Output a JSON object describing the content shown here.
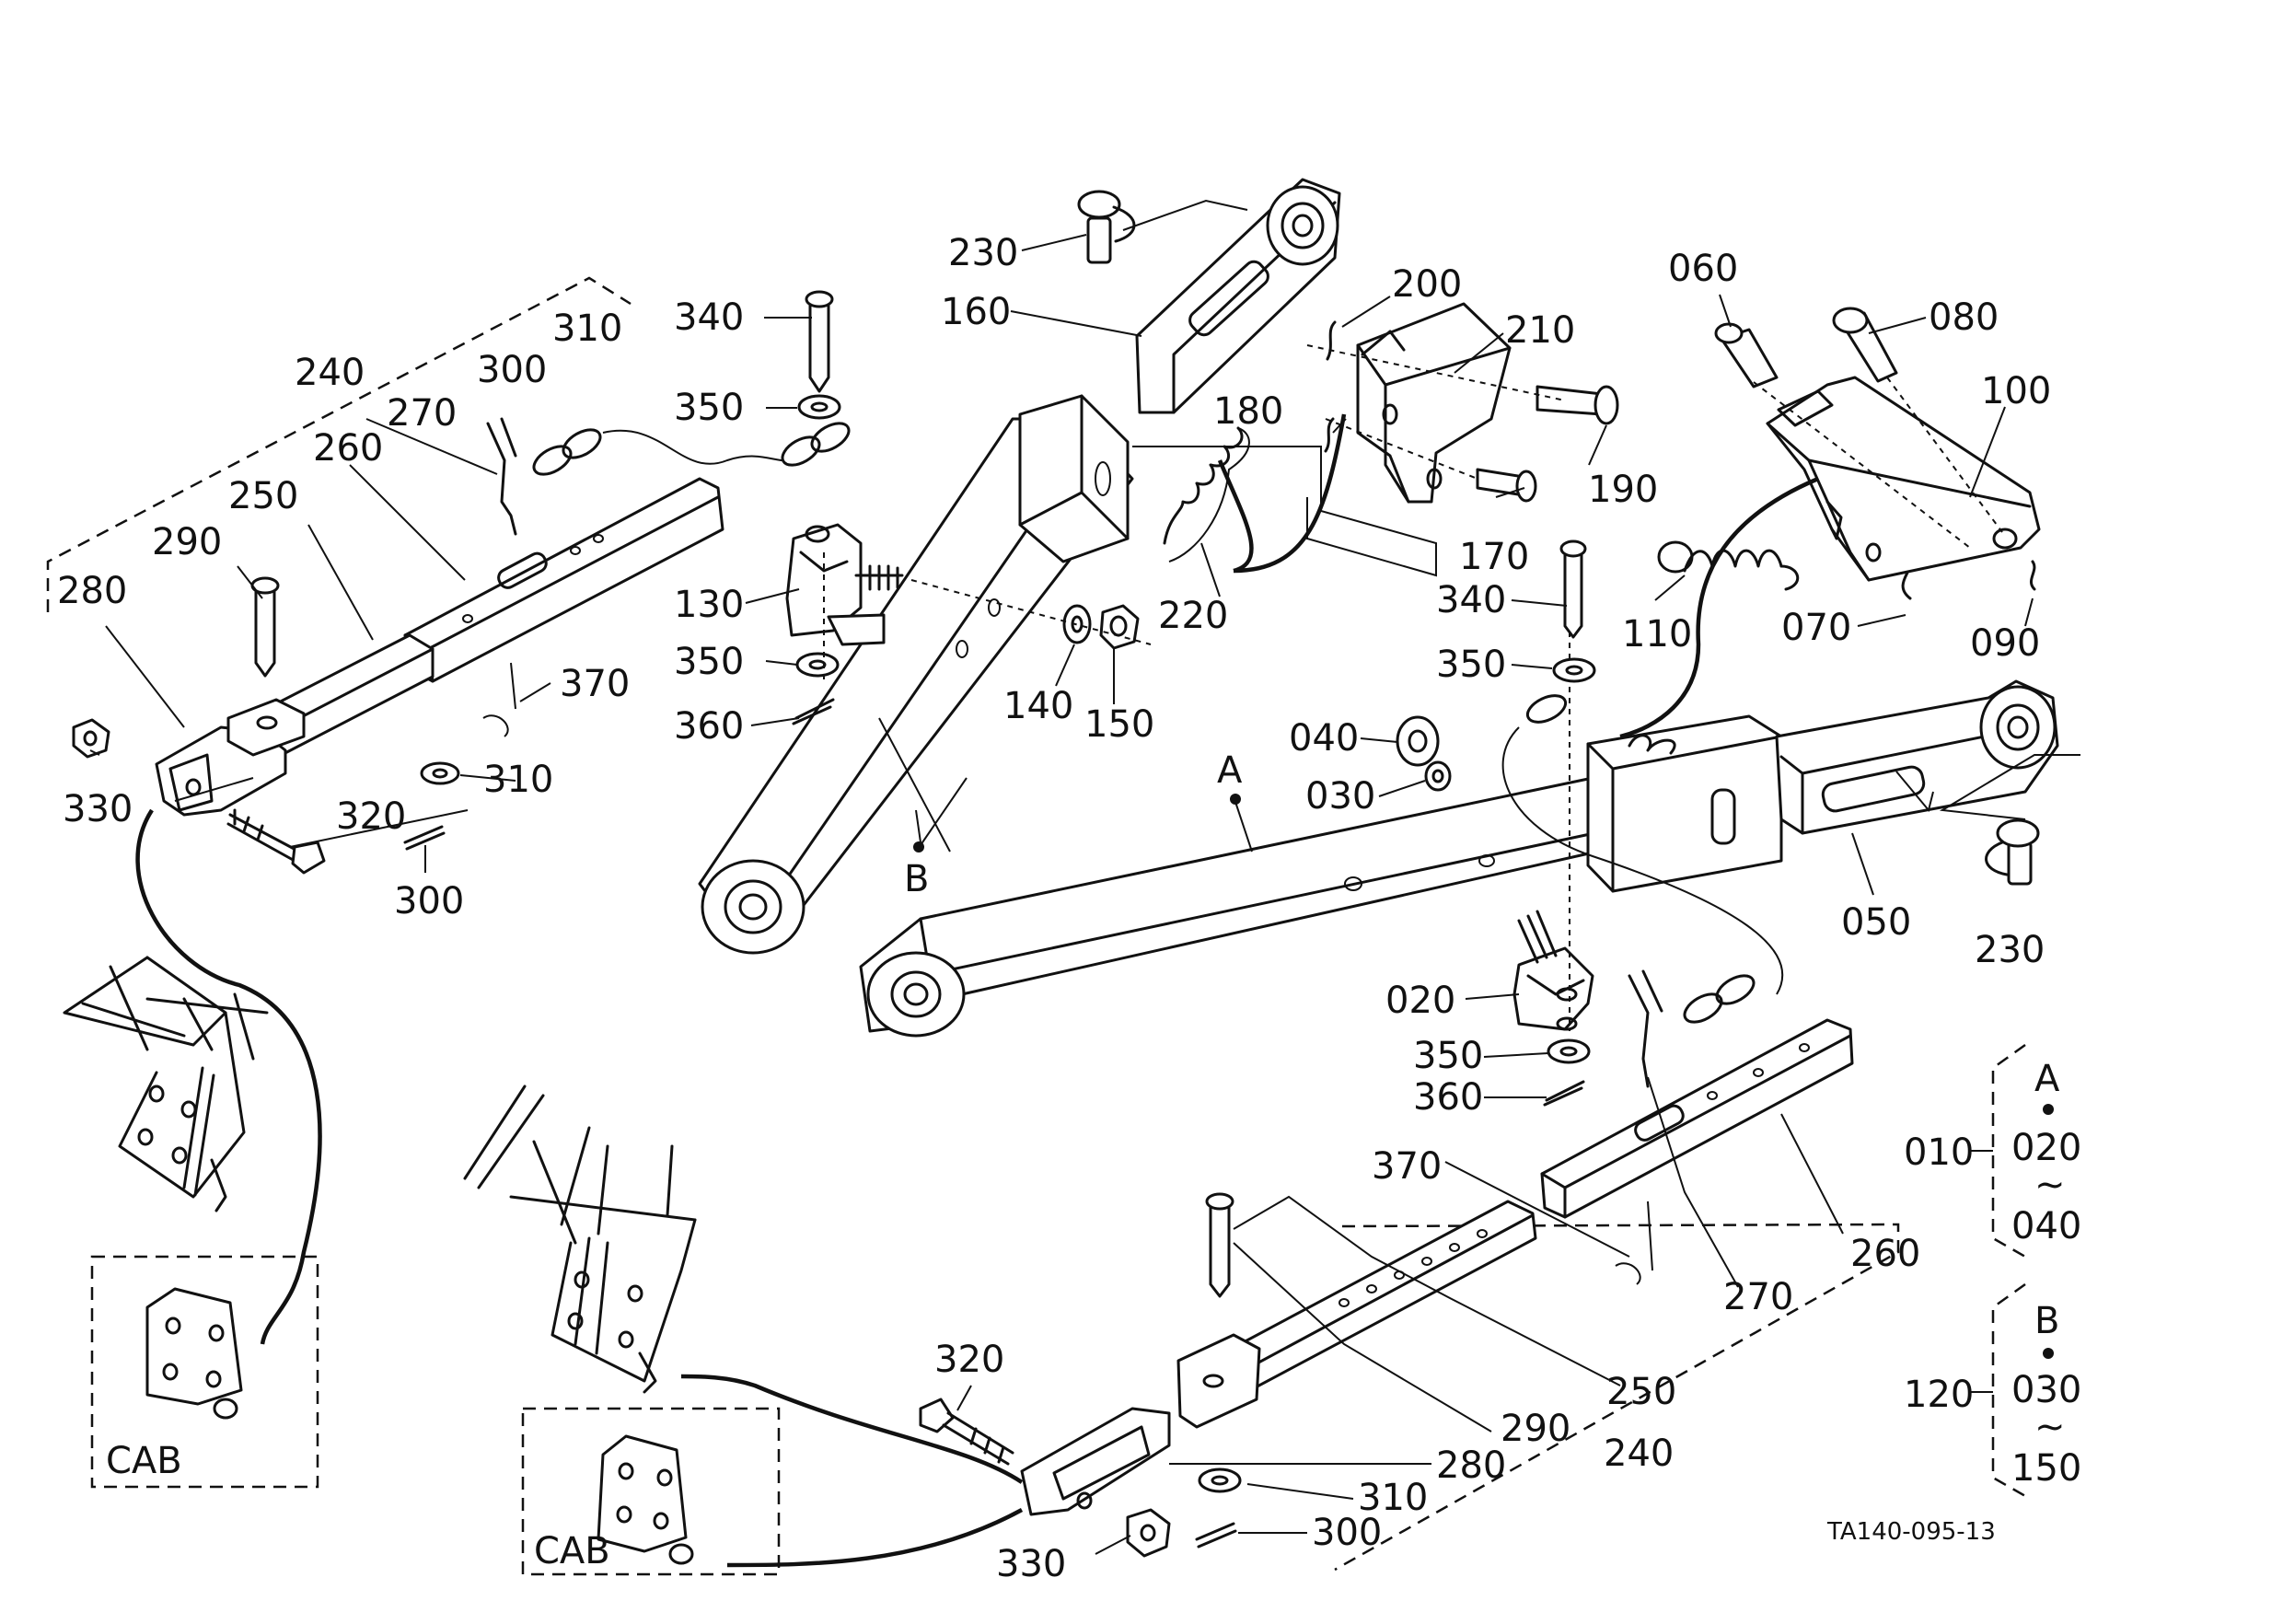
{
  "drawing_code": "TA140-095-13",
  "callouts": {
    "c230a": "230",
    "c160": "160",
    "c340a": "340",
    "c310a": "310",
    "c300a": "300",
    "c240a": "240",
    "c270a": "270",
    "c260a": "260",
    "c350a": "350",
    "c250a": "250",
    "c290a": "290",
    "c280a": "280",
    "c130": "130",
    "c350b": "350",
    "c360a": "360",
    "c370a": "370",
    "c330a": "330",
    "c310b": "310",
    "c320a": "320",
    "c300b": "300",
    "c140": "140",
    "c150": "150",
    "c220": "220",
    "cB": "B",
    "c200": "200",
    "c210": "210",
    "c180": "180",
    "c190": "190",
    "c170": "170",
    "c060": "060",
    "c080": "080",
    "c100": "100",
    "c340b": "340",
    "c110": "110",
    "c070": "070",
    "c090": "090",
    "c350c": "350",
    "c040": "040",
    "c030": "030",
    "cA": "A",
    "c050": "050",
    "c230b": "230",
    "c020": "020",
    "c350d": "350",
    "c360b": "360",
    "c370b": "370",
    "c260b": "260",
    "c270b": "270",
    "c320b": "320",
    "c250b": "250",
    "c290b": "290",
    "c280b": "280",
    "c240b": "240",
    "c310c": "310",
    "c300c": "300",
    "c330b": "330"
  },
  "cab_labels": {
    "left": "CAB",
    "bottom": "CAB"
  },
  "legend": {
    "group_a": {
      "letter": "A",
      "ref": "010",
      "from": "020",
      "tilde": "~",
      "to": "040"
    },
    "group_b": {
      "letter": "B",
      "ref": "120",
      "from": "030",
      "tilde": "~",
      "to": "150"
    }
  }
}
